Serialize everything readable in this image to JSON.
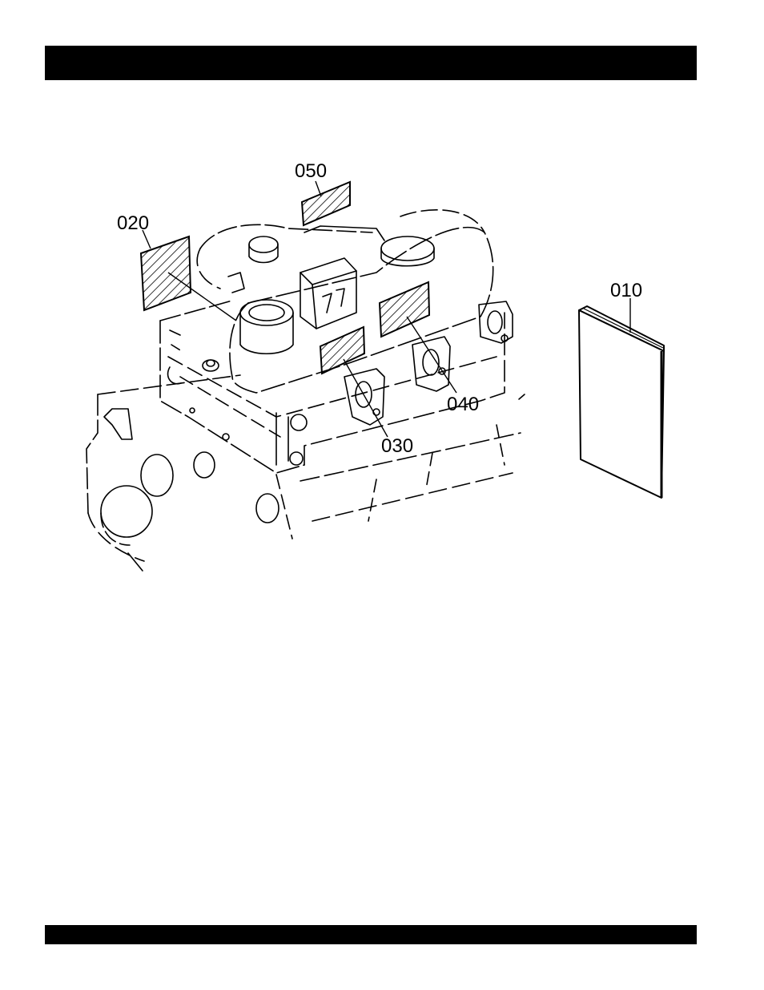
{
  "callouts": {
    "c010": "010",
    "c020": "020",
    "c030": "030",
    "c040": "040",
    "c050": "050"
  },
  "icons": {
    "engine": "engine-block-line-drawing",
    "manual": "booklet-icon"
  }
}
